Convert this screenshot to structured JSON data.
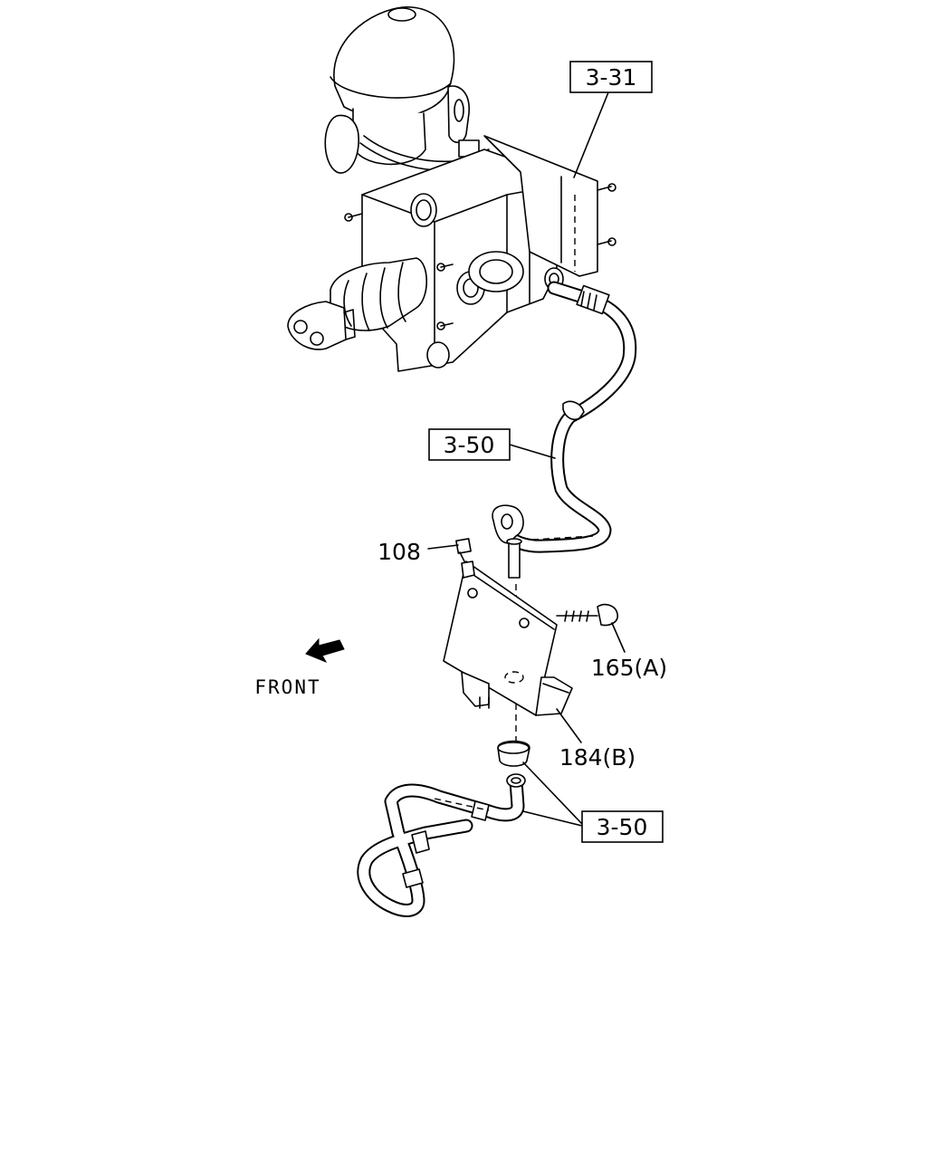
{
  "diagram": {
    "callouts": {
      "ref_top": "3-31",
      "ref_middle": "3-50",
      "ref_bottom": "3-50",
      "part_108": "108",
      "part_165": "165(A)",
      "part_184": "184(B)"
    },
    "direction_label": "FRONT"
  }
}
